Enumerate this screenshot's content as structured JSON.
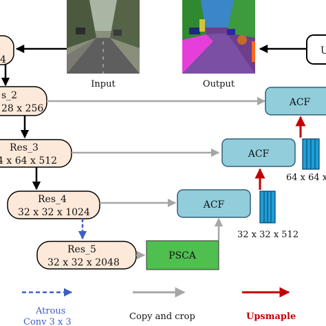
{
  "images": {
    "input_label": "Input",
    "output_label": "Output"
  },
  "blocks": {
    "res1_text": "4",
    "res2_name": "s_2",
    "res2_dims": "28 x 256",
    "res3_name": "Res_3",
    "res3_dims": "4 x 64 x 512",
    "res4_name": "Res_4",
    "res4_dims": "32 x 32 x 1024",
    "res5_name": "Res_5",
    "res5_dims": "32 x 32 x 2048",
    "acf_label": "ACF",
    "psca_label": "PSCA",
    "u_label": "U"
  },
  "feature_dims": {
    "f512": "32 x 32 x 512",
    "f64": "64 x 64 x"
  },
  "legend": {
    "atrous_line1": "Atrous",
    "atrous_line2": "Conv 3 x 3",
    "copy_crop": "Copy and crop",
    "upsample": "Upsmaple"
  },
  "colors": {
    "res_fill": "#fde9d9",
    "acf_fill": "#92cddc",
    "psca_fill": "#4fbf4f",
    "stack_fill": "#1e9fd8",
    "gray_arrow": "#a6a6a6",
    "red_arrow": "#c00000",
    "blue_dash": "#3c5ec9"
  }
}
